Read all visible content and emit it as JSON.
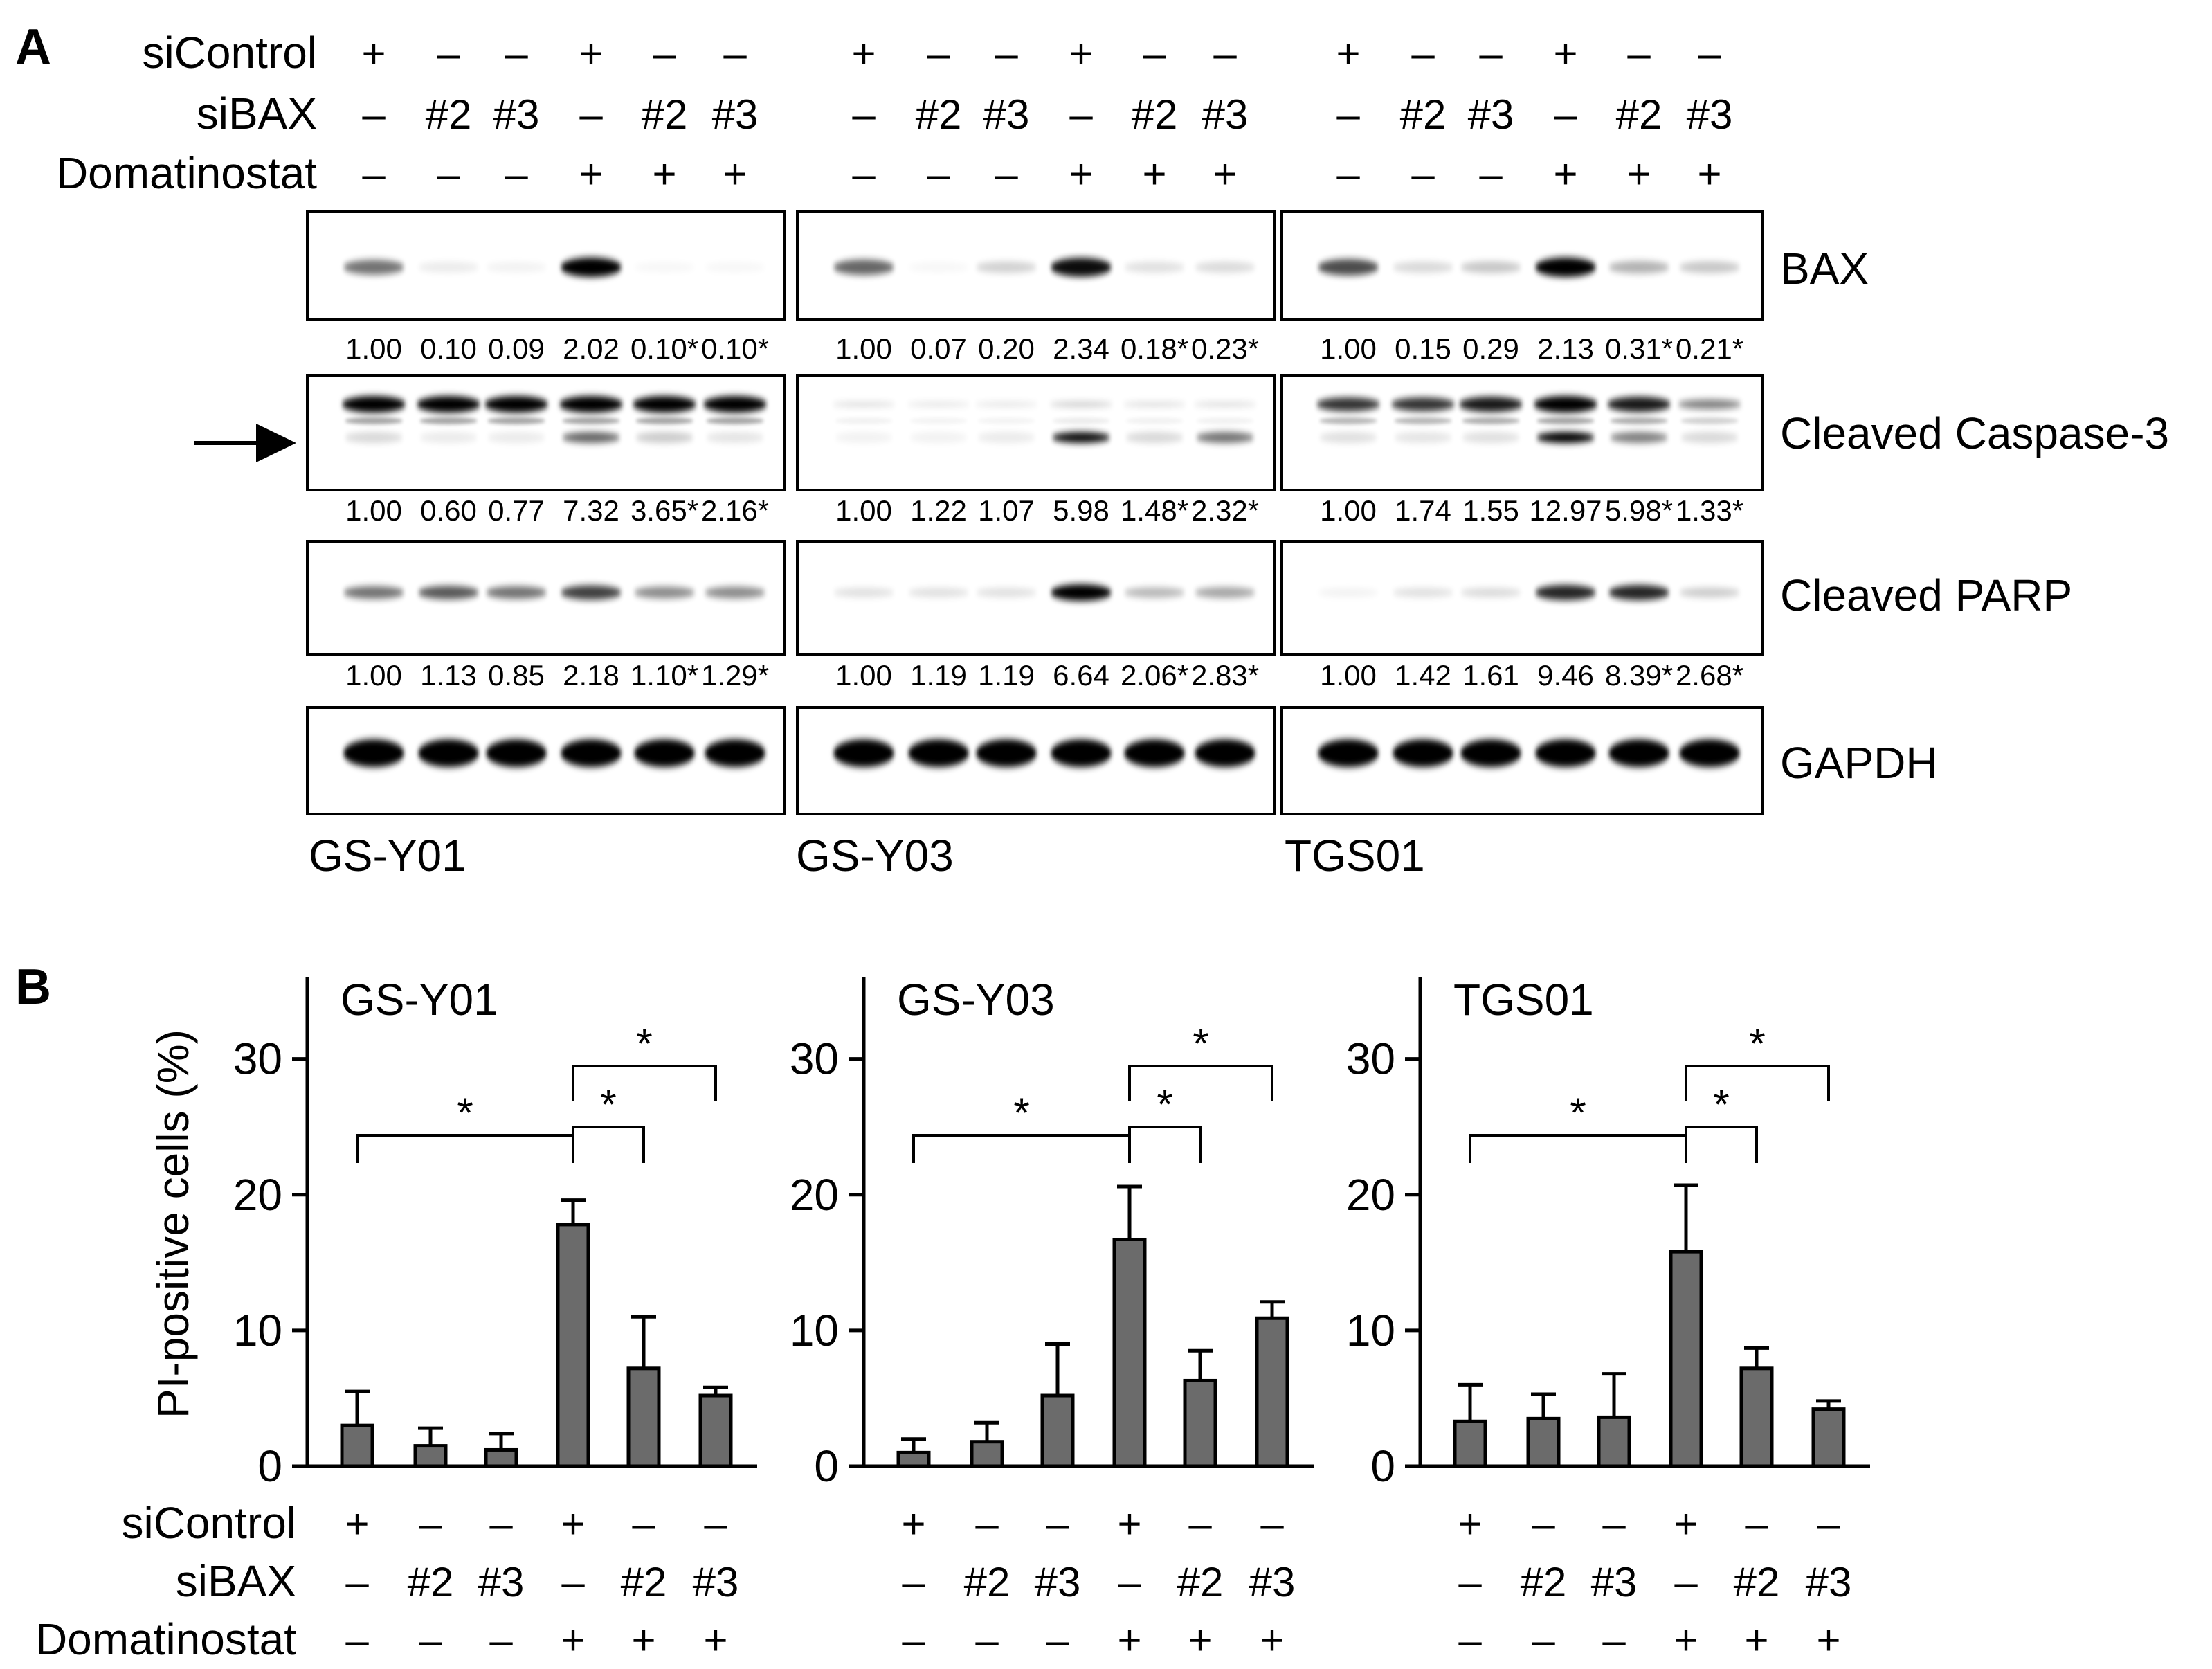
{
  "panel_a": {
    "letter": "A",
    "row_labels": [
      "siControl",
      "siBAX",
      "Domatinostat"
    ],
    "conditions": {
      "siControl": [
        "+",
        "–",
        "–",
        "+",
        "–",
        "–"
      ],
      "siBAX": [
        "–",
        "#2",
        "#3",
        "–",
        "#2",
        "#3"
      ],
      "Domatinostat": [
        "–",
        "–",
        "–",
        "+",
        "+",
        "+"
      ]
    },
    "cell_lines": [
      "GS-Y01",
      "GS-Y03",
      "TGS01"
    ],
    "blots": [
      {
        "name": "BAX",
        "quant": [
          [
            "1.00",
            "0.10",
            "0.09",
            "2.02",
            "0.10*",
            "0.10*"
          ],
          [
            "1.00",
            "0.07",
            "0.20",
            "2.34",
            "0.18*",
            "0.23*"
          ],
          [
            "1.00",
            "0.15",
            "0.29",
            "2.13",
            "0.31*",
            "0.21*"
          ]
        ]
      },
      {
        "name": "Cleaved Caspase-3",
        "quant": [
          [
            "1.00",
            "0.60",
            "0.77",
            "7.32",
            "3.65*",
            "2.16*"
          ],
          [
            "1.00",
            "1.22",
            "1.07",
            "5.98",
            "1.48*",
            "2.32*"
          ],
          [
            "1.00",
            "1.74",
            "1.55",
            "12.97",
            "5.98*",
            "1.33*"
          ]
        ]
      },
      {
        "name": "Cleaved PARP",
        "quant": [
          [
            "1.00",
            "1.13",
            "0.85",
            "2.18",
            "1.10*",
            "1.29*"
          ],
          [
            "1.00",
            "1.19",
            "1.19",
            "6.64",
            "2.06*",
            "2.83*"
          ],
          [
            "1.00",
            "1.42",
            "1.61",
            "9.46",
            "8.39*",
            "2.68*"
          ]
        ]
      },
      {
        "name": "GAPDH",
        "quant": null
      }
    ]
  },
  "panel_b": {
    "letter": "B",
    "ylabel": "PI-positive cells (%)",
    "row_labels": [
      "siControl",
      "siBAX",
      "Domatinostat"
    ],
    "bar_color": "#6b6b6b"
  },
  "chart_data": [
    {
      "type": "bar",
      "title": "GS-Y01",
      "ylabel": "PI-positive cells (%)",
      "ylim": [
        0,
        36
      ],
      "yticks": [
        0,
        10,
        20,
        30
      ],
      "categories": [
        "+/–/–",
        "–/#2/–",
        "–/#3/–",
        "+/–/+",
        "–/#2/+",
        "–/#3/+"
      ],
      "values": [
        3.0,
        1.5,
        1.2,
        17.8,
        7.2,
        5.2
      ],
      "errors": [
        2.5,
        1.3,
        1.2,
        1.8,
        3.8,
        0.6
      ],
      "significance": [
        {
          "from": 0,
          "to": 3,
          "label": "*"
        },
        {
          "from": 3,
          "to": 4,
          "label": "*"
        },
        {
          "from": 3,
          "to": 5,
          "label": "*"
        }
      ]
    },
    {
      "type": "bar",
      "title": "GS-Y03",
      "ylabel": "PI-positive cells (%)",
      "ylim": [
        0,
        36
      ],
      "yticks": [
        0,
        10,
        20,
        30
      ],
      "categories": [
        "+/–/–",
        "–/#2/–",
        "–/#3/–",
        "+/–/+",
        "–/#2/+",
        "–/#3/+"
      ],
      "values": [
        1.0,
        1.8,
        5.2,
        16.7,
        6.3,
        10.9
      ],
      "errors": [
        1.0,
        1.4,
        3.8,
        3.9,
        2.2,
        1.2
      ],
      "significance": [
        {
          "from": 0,
          "to": 3,
          "label": "*"
        },
        {
          "from": 3,
          "to": 4,
          "label": "*"
        },
        {
          "from": 3,
          "to": 5,
          "label": "*"
        }
      ]
    },
    {
      "type": "bar",
      "title": "TGS01",
      "ylabel": "PI-positive cells (%)",
      "ylim": [
        0,
        36
      ],
      "yticks": [
        0,
        10,
        20,
        30
      ],
      "categories": [
        "+/–/–",
        "–/#2/–",
        "–/#3/–",
        "+/–/+",
        "–/#2/+",
        "–/#3/+"
      ],
      "values": [
        3.3,
        3.5,
        3.6,
        15.8,
        7.2,
        4.2
      ],
      "errors": [
        2.7,
        1.8,
        3.2,
        4.9,
        1.5,
        0.6
      ],
      "significance": [
        {
          "from": 0,
          "to": 3,
          "label": "*"
        },
        {
          "from": 3,
          "to": 4,
          "label": "*"
        },
        {
          "from": 3,
          "to": 5,
          "label": "*"
        }
      ]
    }
  ]
}
